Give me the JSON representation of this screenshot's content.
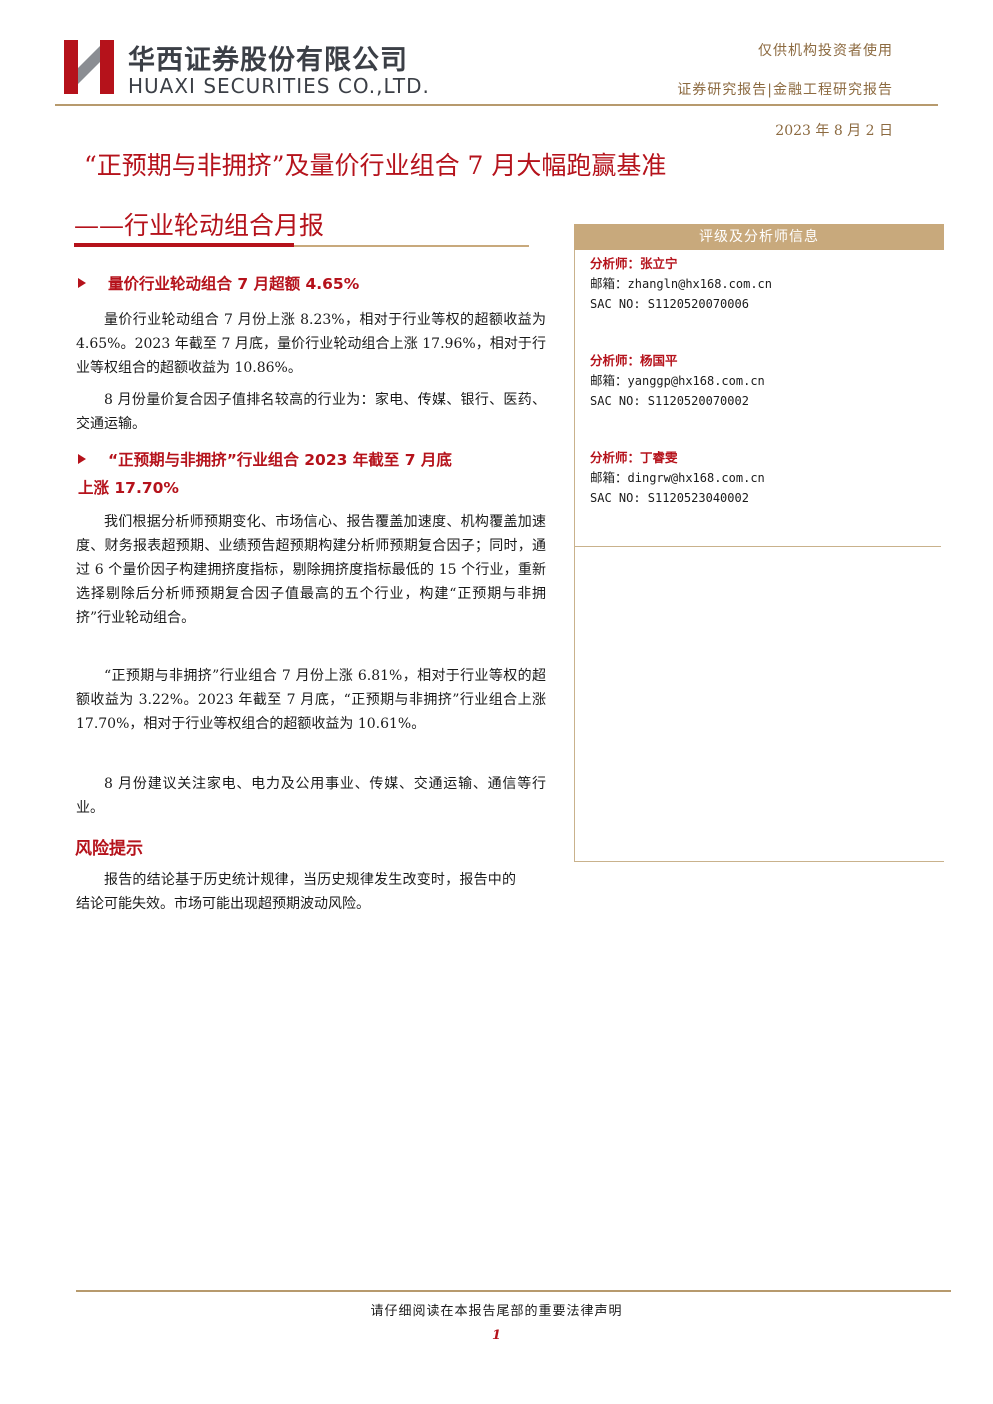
{
  "header": {
    "company_cn": "华西证券股份有限公司",
    "company_en": "HUAXI SECURITIES CO.,LTD.",
    "audience": "仅供机构投资者使用",
    "report_category": "证券研究报告|金融工程研究报告",
    "date": "2023 年 8 月 2 日"
  },
  "title": {
    "main": "“正预期与非拥挤”及量价行业组合 7 月大幅跑赢基准",
    "sub": "——行业轮动组合月报"
  },
  "sections": [
    {
      "heading": "量价行业轮动组合 7 月超额 4.65%",
      "paragraphs": [
        "量价行业轮动组合 7 月份上涨 8.23%，相对于行业等权的超额收益为 4.65%。2023 年截至 7 月底，量价行业轮动组合上涨 17.96%，相对于行业等权组合的超额收益为 10.86%。",
        "8 月份量价复合因子值排名较高的行业为：家电、传媒、银行、医药、交通运输。"
      ]
    },
    {
      "heading_line1": "“正预期与非拥挤”行业组合 2023 年截至 7 月底",
      "heading_line2": "上涨 17.70%",
      "paragraphs": [
        "我们根据分析师预期变化、市场信心、报告覆盖加速度、机构覆盖加速度、财务报表超预期、业绩预告超预期构建分析师预期复合因子；同时，通过 6 个量价因子构建拥挤度指标，剔除拥挤度指标最低的 15 个行业，重新选择剔除后分析师预期复合因子值最高的五个行业，构建“正预期与非拥挤”行业轮动组合。",
        "“正预期与非拥挤”行业组合 7 月份上涨 6.81%，相对于行业等权的超额收益为 3.22%。2023 年截至 7 月底，“正预期与非拥挤”行业组合上涨 17.70%，相对于行业等权组合的超额收益为 10.61%。",
        "8 月份建议关注家电、电力及公用事业、传媒、交通运输、通信等行业。"
      ]
    }
  ],
  "risk": {
    "heading": "风险提示",
    "text": "报告的结论基于历史统计规律，当历史规律发生改变时，报告中的结论可能失效。市场可能出现超预期波动风险。"
  },
  "sidebar": {
    "title": "评级及分析师信息",
    "analysts": [
      {
        "label": "分析师：",
        "name": "张立宁",
        "email_label": "邮箱：",
        "email": "zhangln@hx168.com.cn",
        "sac": "SAC NO: S1120520070006"
      },
      {
        "label": "分析师：",
        "name": "杨国平",
        "email_label": "邮箱：",
        "email": "yanggp@hx168.com.cn",
        "sac": "SAC NO: S1120520070002"
      },
      {
        "label": "分析师：",
        "name": "丁睿雯",
        "email_label": "邮箱：",
        "email": "dingrw@hx168.com.cn",
        "sac": "SAC NO: S1120523040002"
      }
    ]
  },
  "footer": {
    "note": "请仔细阅读在本报告尾部的重要法律声明",
    "page": "1"
  },
  "colors": {
    "accent_red": "#b5121b",
    "gold": "#c8a97c",
    "brown_text": "#8c6a40"
  }
}
